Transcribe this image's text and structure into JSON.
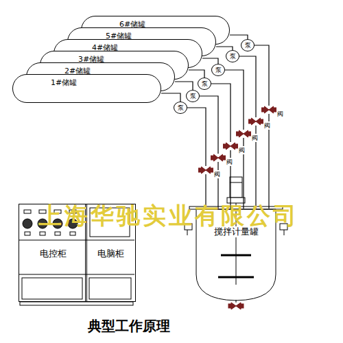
{
  "diagram": {
    "title": "典型工作原理",
    "nodes": [
      {
        "text": [
          "1#储罐"
        ]
      },
      {
        "text": [
          "2#储罐"
        ]
      },
      {
        "text": [
          "3#储罐"
        ]
      },
      {
        "text": [
          "4#储罐"
        ]
      },
      {
        "text": [
          "5#储罐"
        ]
      },
      {
        "text": [
          "6#储罐"
        ]
      },
      {
        "text": [
          "泵"
        ]
      },
      {
        "text": [
          "泵"
        ]
      },
      {
        "text": [
          "泵"
        ]
      },
      {
        "text": [
          "泵"
        ]
      },
      {
        "text": [
          "泵"
        ]
      },
      {
        "text": [
          "泵"
        ]
      },
      {
        "text": [
          "阀"
        ]
      },
      {
        "text": [
          "阀"
        ]
      },
      {
        "text": [
          "阀"
        ]
      },
      {
        "text": [
          "阀"
        ]
      },
      {
        "text": [
          "阀"
        ]
      },
      {
        "text": [
          "阀"
        ]
      },
      {
        "text": [
          "搅拌计量罐"
        ]
      },
      {
        "text": [
          "电控柜"
        ]
      },
      {
        "text": [
          "电脑柜"
        ]
      }
    ],
    "edges": [
      {
        "from": 0,
        "to": 6,
        "arrow": "none"
      },
      {
        "from": 6,
        "to": 12,
        "arrow": "none"
      },
      {
        "from": 12,
        "to": 18,
        "arrow": "none"
      },
      {
        "from": 1,
        "to": 7,
        "arrow": "none"
      },
      {
        "from": 7,
        "to": 13,
        "arrow": "none"
      },
      {
        "from": 13,
        "to": 18,
        "arrow": "none"
      },
      {
        "from": 2,
        "to": 8,
        "arrow": "none"
      },
      {
        "from": 8,
        "to": 14,
        "arrow": "none"
      },
      {
        "from": 14,
        "to": 18,
        "arrow": "none"
      },
      {
        "from": 3,
        "to": 9,
        "arrow": "none"
      },
      {
        "from": 9,
        "to": 15,
        "arrow": "none"
      },
      {
        "from": 15,
        "to": 18,
        "arrow": "none"
      },
      {
        "from": 4,
        "to": 10,
        "arrow": "none"
      },
      {
        "from": 10,
        "to": 16,
        "arrow": "none"
      },
      {
        "from": 16,
        "to": 18,
        "arrow": "none"
      },
      {
        "from": 5,
        "to": 11,
        "arrow": "none"
      },
      {
        "from": 11,
        "to": 17,
        "arrow": "none"
      },
      {
        "from": 17,
        "to": 18,
        "arrow": "none"
      }
    ],
    "labels": [
      "上海华驰实业有限公司"
    ]
  }
}
